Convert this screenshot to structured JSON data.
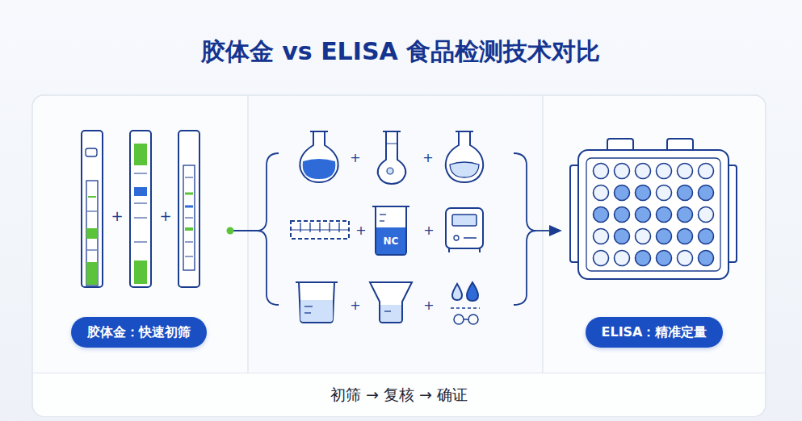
{
  "diagram": {
    "title": "胶体金 vs ELISA 食品检测技术对比",
    "nodes": [
      {
        "text": [
          "胶体金：快速初筛"
        ]
      },
      {
        "text": [
          "ELISA：精准定量"
        ]
      },
      {
        "text": [
          "初筛 → 复核 → 确证"
        ]
      }
    ],
    "labels": [
      "+",
      "+",
      "+",
      "+",
      "+",
      "+",
      "+",
      "+",
      "NC"
    ]
  }
}
